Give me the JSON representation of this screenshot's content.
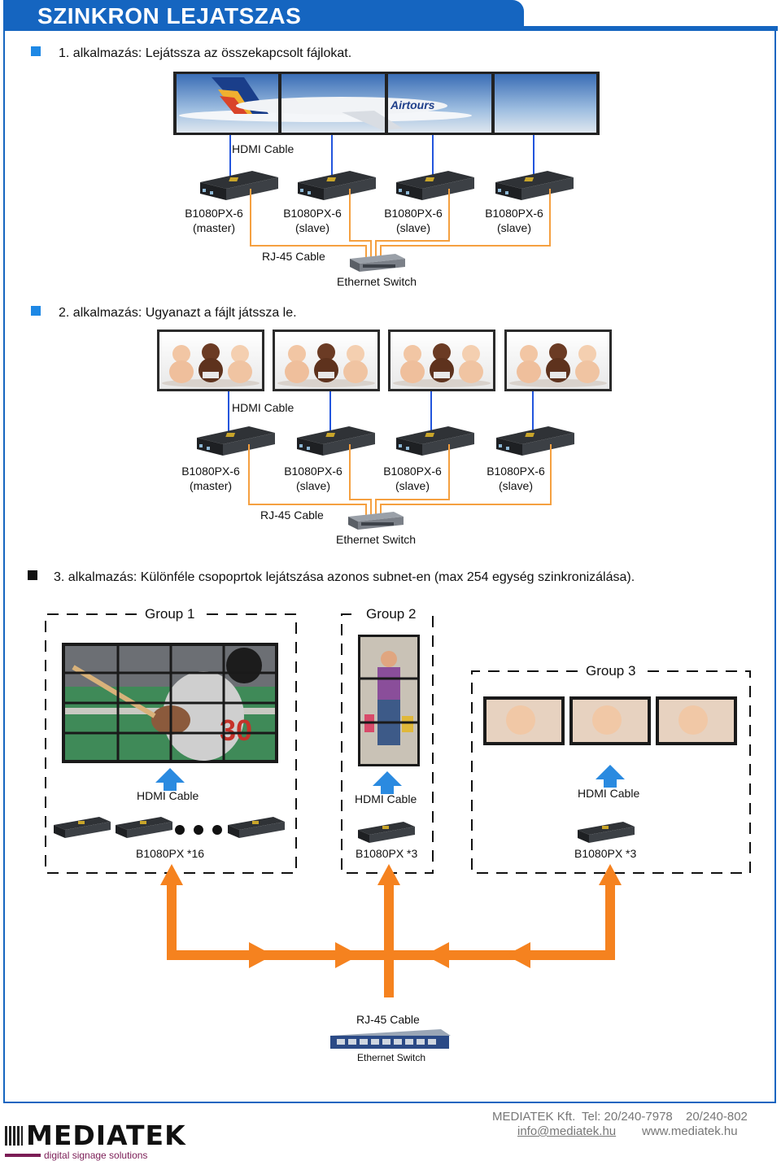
{
  "header": {
    "title": "SZINKRON LEJATSZAS"
  },
  "section1": {
    "text": "1. alkalmazás: Lejátssza az összekapcsolt fájlokat.",
    "hdmi_label": "HDMI Cable",
    "devices": [
      {
        "model": "B1080PX-6",
        "role": "(master)"
      },
      {
        "model": "B1080PX-6",
        "role": "(slave)"
      },
      {
        "model": "B1080PX-6",
        "role": "(slave)"
      },
      {
        "model": "B1080PX-6",
        "role": "(slave)"
      }
    ],
    "rj45_label": "RJ-45 Cable",
    "switch_label": "Ethernet Switch"
  },
  "section2": {
    "text": "2. alkalmazás: Ugyanazt a fájlt játssza le.",
    "hdmi_label": "HDMI Cable",
    "devices": [
      {
        "model": "B1080PX-6",
        "role": "(master)"
      },
      {
        "model": "B1080PX-6",
        "role": "(slave)"
      },
      {
        "model": "B1080PX-6",
        "role": "(slave)"
      },
      {
        "model": "B1080PX-6",
        "role": "(slave)"
      }
    ],
    "rj45_label": "RJ-45 Cable",
    "switch_label": "Ethernet Switch"
  },
  "section3": {
    "text": "3. alkalmazás: Különféle csopoprtok lejátszása azonos subnet-en (max 254 egység szinkronizálása).",
    "groups": [
      {
        "name": "Group 1",
        "hdmi_label": "HDMI Cable",
        "device_label": "B1080PX *16"
      },
      {
        "name": "Group 2",
        "hdmi_label": "HDMI Cable",
        "device_label": "B1080PX *3"
      },
      {
        "name": "Group 3",
        "hdmi_label": "HDMI Cable",
        "device_label": "B1080PX *3"
      }
    ],
    "rj45_label": "RJ-45 Cable",
    "switch_label": "Ethernet Switch"
  },
  "footer": {
    "company": "MEDIATEK Kft.",
    "tel": "Tel: 20/240-7978",
    "tel2": "20/240-802",
    "email": "info@mediatek.hu",
    "web": "www.mediatek.hu",
    "logo": "MEDIATEK",
    "tagline": "digital signage solutions"
  },
  "colors": {
    "accent": "#1565c0",
    "cable_hdmi": "#2255dd",
    "cable_rj45": "#f5a040",
    "arrow_orange": "#f5821f",
    "arrow_blue": "#2a8ae0"
  }
}
